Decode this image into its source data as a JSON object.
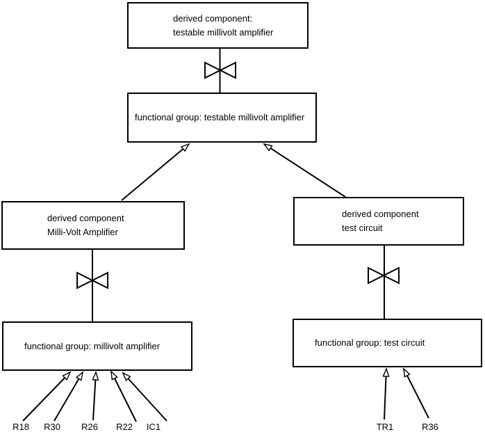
{
  "colors": {
    "line": "#000000",
    "background": "#ffffff"
  },
  "icons": {
    "bowtie_connector": "⋈"
  },
  "nodes": {
    "derived_testable": {
      "line1": "derived component:",
      "line2": "testable millivolt amplifier"
    },
    "fg_testable": {
      "line1": "functional group: testable millivolt amplifier"
    },
    "derived_mv": {
      "line1": "derived component",
      "line2": "Milli-Volt Amplifier"
    },
    "derived_test": {
      "line1": "derived component",
      "line2": "test circuit"
    },
    "fg_mv": {
      "line1": "functional group: millivolt amplifier"
    },
    "fg_test": {
      "line1": "functional group: test circuit"
    }
  },
  "components": {
    "r18": "R18",
    "r30": "R30",
    "r26": "R26",
    "r22": "R22",
    "ic1": "IC1",
    "tr1": "TR1",
    "r36": "R36"
  }
}
